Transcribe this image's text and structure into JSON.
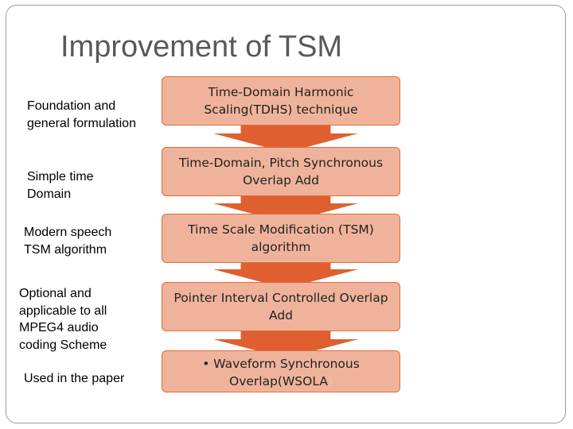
{
  "title": "Improvement of TSM",
  "stages": [
    {
      "label": "Foundation and general formulation",
      "box": "Time-Domain Harmonic Scaling(TDHS) technique"
    },
    {
      "label": "Simple time Domain",
      "box": "Time-Domain, Pitch Synchronous Overlap Add"
    },
    {
      "label": "Modern speech  TSM algorithm",
      "box": "Time Scale Modification (TSM) algorithm"
    },
    {
      "label": "Optional and applicable to all MPEG4 audio coding  Scheme",
      "box": "Pointer Interval Controlled Overlap Add"
    },
    {
      "label": "Used in the paper",
      "box": "• Waveform Synchronous Overlap(WSOLA",
      "box_suffix": ")"
    }
  ],
  "colors": {
    "box_fill": "#efb39b",
    "box_border": "#e26a3a",
    "arrow": "#e05f30",
    "title": "#595959"
  }
}
